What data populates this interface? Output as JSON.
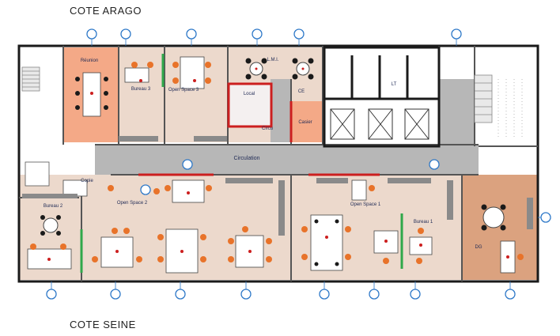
{
  "headings": {
    "top": "COTE ARAGO",
    "bottom": "COTE SEINE"
  },
  "rooms": {
    "reunion": "Réunion",
    "bureau3": "Bureau 3",
    "open_space3": "Open Space 3",
    "local": "Local",
    "circu": "Circu",
    "lml": "L.M.I.",
    "ce": "CE",
    "lt": "LT",
    "casier": "Casier",
    "circulation": "Circulation",
    "copie": "Copie",
    "bureau2": "Bureau 2",
    "open_space2": "Open Space 2",
    "open_space1": "Open Space 1",
    "bureau1": "Bureau 1",
    "dg": "DG"
  },
  "colors": {
    "wall": "#1a1a1a",
    "floor": "#ecd9cc",
    "reunion_floor": "#f4a987",
    "dg_floor": "#dba27f",
    "circulation": "#b7b7b7",
    "chair": "#e8732a",
    "marker": "#2d78c8",
    "red_wall": "#cc1f1f",
    "green_wall": "#2fa84a"
  }
}
